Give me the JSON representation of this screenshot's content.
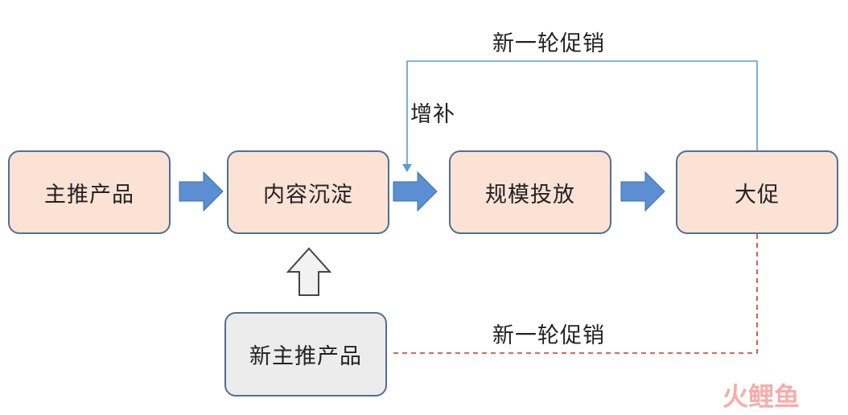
{
  "nodes": {
    "main_product": "主推产品",
    "content_accumulation": "内容沉淀",
    "scale_delivery": "规模投放",
    "big_promotion": "大促",
    "new_main_product": "新主推产品"
  },
  "edge_labels": {
    "top_loop": "新一轮促销",
    "supplement": "增补",
    "bottom_loop": "新一轮促销"
  },
  "watermark": {
    "text": "火鲤鱼"
  },
  "colors": {
    "node_fill": "#fbe2d5",
    "new_node_fill": "#ececec",
    "node_border": "#4f6f96",
    "flow_arrow": "#5b8fd1",
    "loop_line": "#5b9bd5",
    "dashed_line": "#c0392b"
  }
}
